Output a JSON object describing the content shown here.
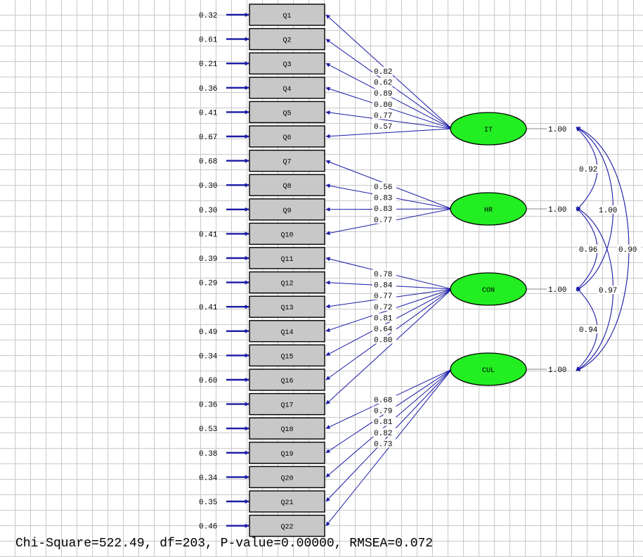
{
  "colors": {
    "box_fill": "#c8c8c8",
    "box_stroke": "#000000",
    "factor_fill": "#22ee22",
    "arrow": "#1a1aa6",
    "line_gray": "#888888"
  },
  "items": [
    {
      "label": "Q1",
      "error": "0.32"
    },
    {
      "label": "Q2",
      "error": "0.61"
    },
    {
      "label": "Q3",
      "error": "0.21"
    },
    {
      "label": "Q4",
      "error": "0.36"
    },
    {
      "label": "Q5",
      "error": "0.41"
    },
    {
      "label": "Q6",
      "error": "0.67"
    },
    {
      "label": "Q7",
      "error": "0.68"
    },
    {
      "label": "Q8",
      "error": "0.30"
    },
    {
      "label": "Q9",
      "error": "0.30"
    },
    {
      "label": "Q10",
      "error": "0.41"
    },
    {
      "label": "Q11",
      "error": "0.39"
    },
    {
      "label": "Q12",
      "error": "0.29"
    },
    {
      "label": "Q13",
      "error": "0.41"
    },
    {
      "label": "Q14",
      "error": "0.49"
    },
    {
      "label": "Q15",
      "error": "0.34"
    },
    {
      "label": "Q16",
      "error": "0.60"
    },
    {
      "label": "Q17",
      "error": "0.36"
    },
    {
      "label": "Q18",
      "error": "0.53"
    },
    {
      "label": "Q19",
      "error": "0.38"
    },
    {
      "label": "Q20",
      "error": "0.34"
    },
    {
      "label": "Q21",
      "error": "0.35"
    },
    {
      "label": "Q22",
      "error": "0.46"
    }
  ],
  "factors": [
    {
      "label": "IT",
      "variance": "1.00",
      "items": [
        0,
        1,
        2,
        3,
        4,
        5
      ],
      "loadings": [
        "0.82",
        "0.62",
        "0.89",
        "0.80",
        "0.77",
        "0.57"
      ]
    },
    {
      "label": "HR",
      "variance": "1.00",
      "items": [
        6,
        7,
        8,
        9
      ],
      "loadings": [
        "0.56",
        "0.83",
        "0.83",
        "0.77"
      ]
    },
    {
      "label": "CON",
      "variance": "1.00",
      "items": [
        10,
        11,
        12,
        13,
        14,
        15,
        16
      ],
      "loadings": [
        "0.78",
        "0.84",
        "0.77",
        "0.72",
        "0.81",
        "0.64",
        "0.80"
      ]
    },
    {
      "label": "CUL",
      "variance": "1.00",
      "items": [
        17,
        18,
        19,
        20,
        21
      ],
      "loadings": [
        "0.68",
        "0.79",
        "0.81",
        "0.82",
        "0.73"
      ]
    }
  ],
  "correlations": [
    {
      "from": 0,
      "to": 1,
      "value": "0.92"
    },
    {
      "from": 1,
      "to": 2,
      "value": "0.96"
    },
    {
      "from": 2,
      "to": 3,
      "value": "0.94"
    },
    {
      "from": 0,
      "to": 2,
      "value": "1.00"
    },
    {
      "from": 1,
      "to": 3,
      "value": "0.97"
    },
    {
      "from": 0,
      "to": 3,
      "value": "0.90"
    }
  ],
  "fit_statistics": "Chi-Square=522.49, df=203, P-value=0.00000, RMSEA=0.072"
}
